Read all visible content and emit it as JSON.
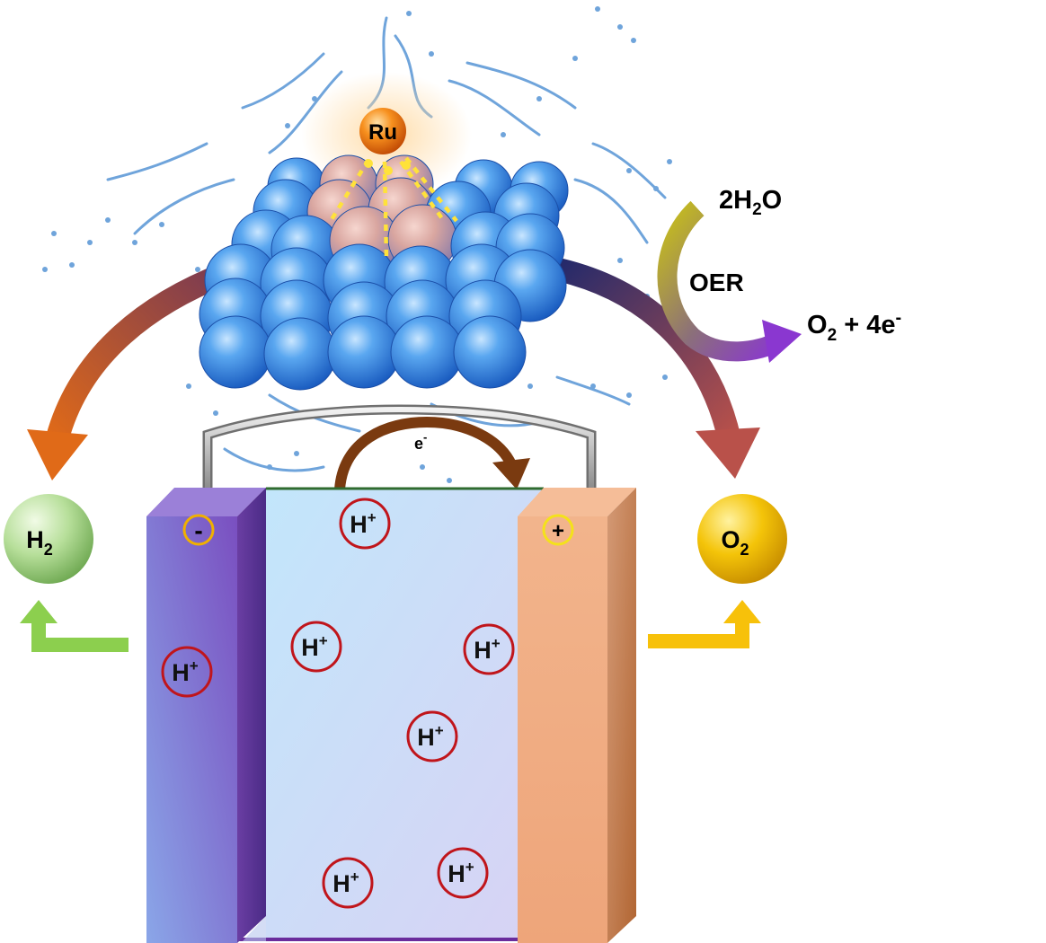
{
  "catalyst": {
    "atom_label": "Ru"
  },
  "oer": {
    "reactant_main": "2H",
    "reactant_sub": "2",
    "reactant_tail": "O",
    "process_label": "OER",
    "product_main": "O",
    "product_sub": "2",
    "product_mid": " + 4e",
    "product_sup": "-"
  },
  "circuit": {
    "electron_main": "e",
    "electron_sup": "-"
  },
  "electrodes": {
    "cathode_sign": "-",
    "anode_sign": "+"
  },
  "gases": {
    "h2_main": "H",
    "h2_sub": "2",
    "o2_main": "O",
    "o2_sub": "2"
  },
  "ions": {
    "proton_main": "H",
    "proton_sup": "+"
  },
  "colors": {
    "cathode": "#7b5cc7",
    "anode": "#f0ad85",
    "electrolyte": "#cfe3fb",
    "h2_sphere": "#a9d98a",
    "o2_sphere": "#f2c200",
    "ru_atom": "#f07d12",
    "substrate_atom": "#3f8ee8",
    "ion_ring": "#c0151b",
    "h2_arrow": "#8ccf4e",
    "o2_arrow": "#f7c10a"
  }
}
